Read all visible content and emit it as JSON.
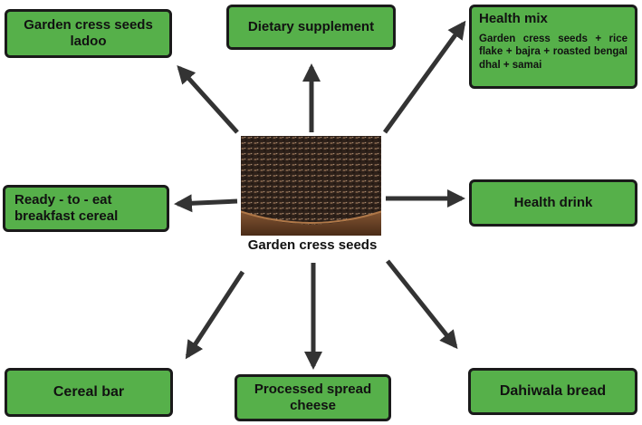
{
  "center": {
    "label": "Garden cress seeds"
  },
  "nodes": {
    "ladoo": "Garden cress seeds ladoo",
    "dietary": "Dietary supplement",
    "health_mix_title": "Health mix",
    "health_mix_body": "Garden cress seeds + rice flake + bajra + roasted bengal dhal + samai",
    "cereal": "Ready - to - eat breakfast cereal",
    "drink": "Health drink",
    "bar": "Cereal bar",
    "cheese": "Processed spread cheese",
    "bread": "Dahiwala bread"
  },
  "colors": {
    "box_fill": "#56b04a",
    "border": "#1a1a1a",
    "arrow": "#333333"
  }
}
